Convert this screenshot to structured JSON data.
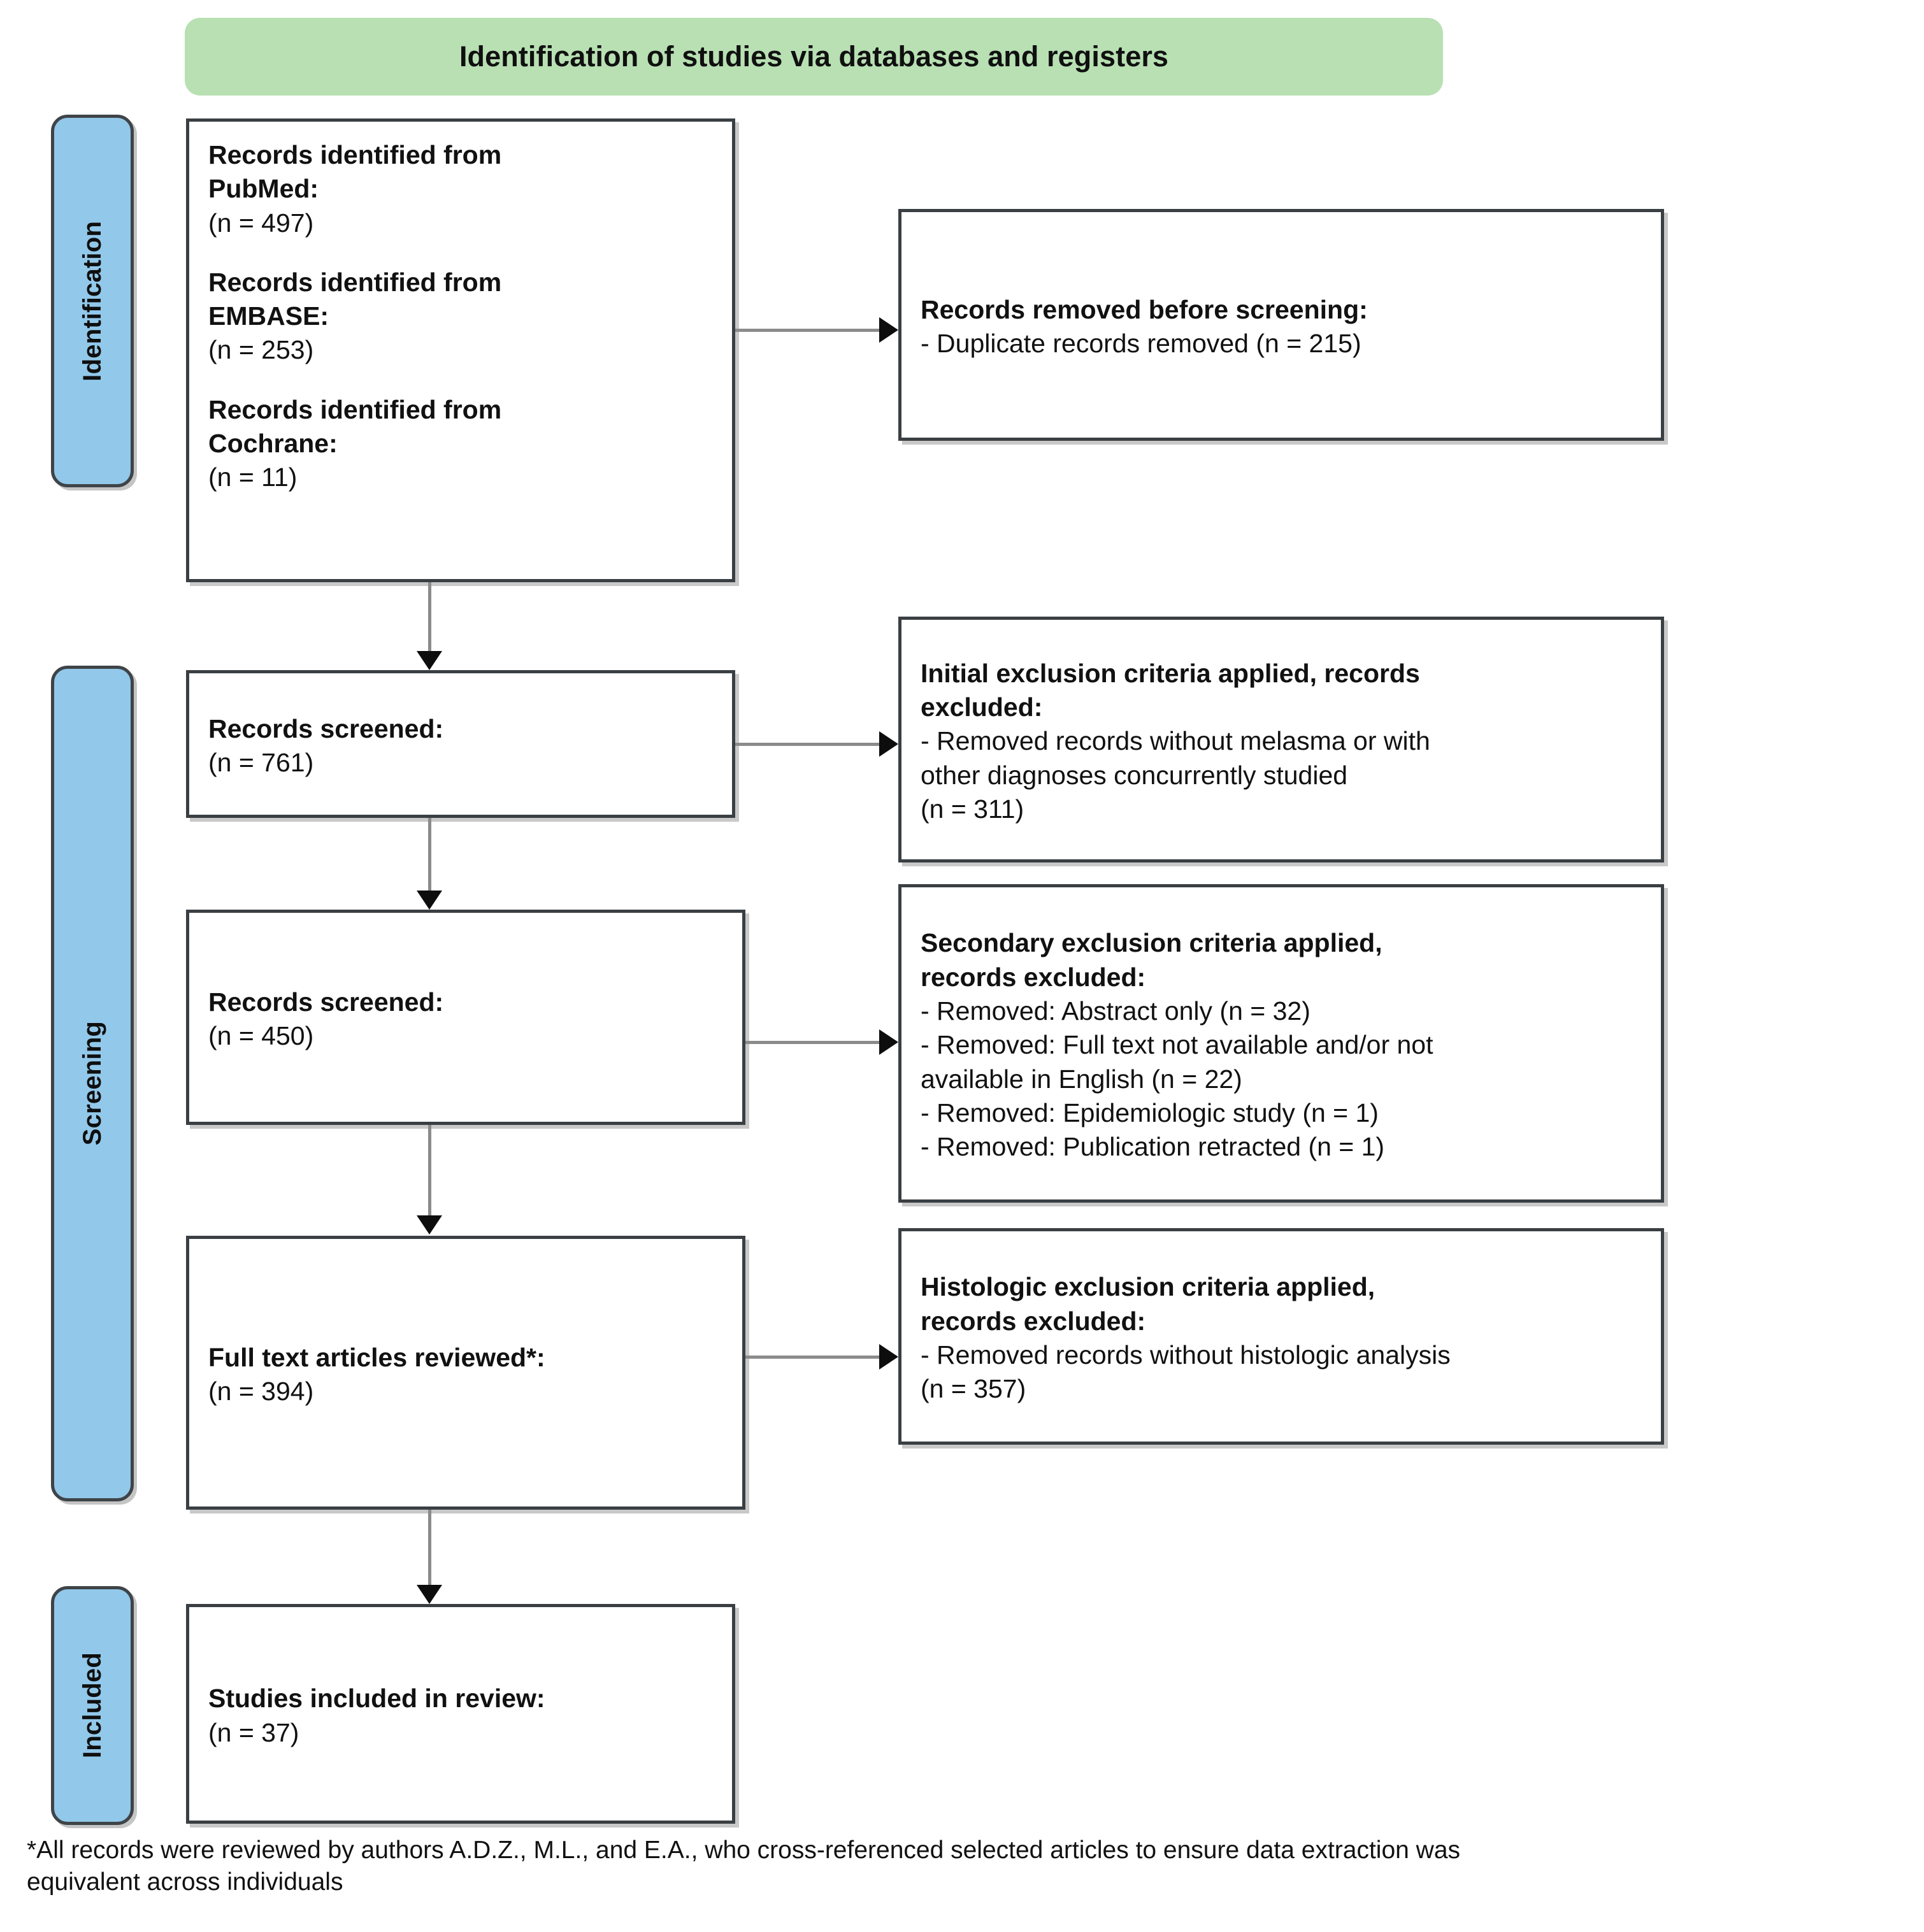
{
  "banner": {
    "title": "Identification of studies via databases and registers",
    "color": "#b8e0b3"
  },
  "phases": [
    {
      "label": "Identification"
    },
    {
      "label": "Screening"
    },
    {
      "label": "Included"
    }
  ],
  "phase_bar_color": "#92c8ea",
  "boxes": {
    "identified": {
      "lines": [
        "Records identified from",
        "PubMed:",
        "(n = 497)",
        "Records identified from",
        "EMBASE:",
        "(n = 253)",
        "Records identified from",
        "Cochrane:",
        "(n = 11)"
      ],
      "sources": [
        {
          "label": "Records identified from PubMed:",
          "n": 497
        },
        {
          "label": "Records identified from EMBASE:",
          "n": 253
        },
        {
          "label": "Records identified from Cochrane:",
          "n": 11
        }
      ]
    },
    "removed_before_screening": {
      "heading": "Records removed before screening:",
      "items": [
        "- Duplicate records removed (n = 215)"
      ]
    },
    "screened_1": {
      "heading": "Records screened:",
      "count": "(n = 761)"
    },
    "initial_exclusion": {
      "heading_line_1": "Initial exclusion criteria applied, records",
      "heading_line_2": "excluded:",
      "items": [
        "- Removed records without melasma or with",
        "other diagnoses concurrently studied",
        "(n = 311)"
      ]
    },
    "screened_2": {
      "heading": "Records screened:",
      "count": "(n = 450)"
    },
    "secondary_exclusion": {
      "heading_line_1": "Secondary exclusion criteria applied,",
      "heading_line_2": "records excluded:",
      "items": [
        "- Removed: Abstract only (n = 32)",
        "- Removed: Full text not available and/or not",
        "available in English (n = 22)",
        "- Removed: Epidemiologic study (n = 1)",
        "- Removed: Publication retracted (n = 1)"
      ]
    },
    "full_text": {
      "heading": "Full text articles reviewed*:",
      "count": "(n = 394)"
    },
    "histologic_exclusion": {
      "heading_line_1": "Histologic exclusion criteria applied,",
      "heading_line_2": "records excluded:",
      "items": [
        "- Removed records without histologic analysis",
        "(n = 357)"
      ]
    },
    "included": {
      "heading": "Studies included in review:",
      "count": "(n = 37)"
    }
  },
  "footnote": {
    "line_1": "*All records were reviewed by authors A.D.Z., M.L., and E.A., who cross-referenced selected articles to ensure data extraction was",
    "line_2": "equivalent across individuals"
  }
}
